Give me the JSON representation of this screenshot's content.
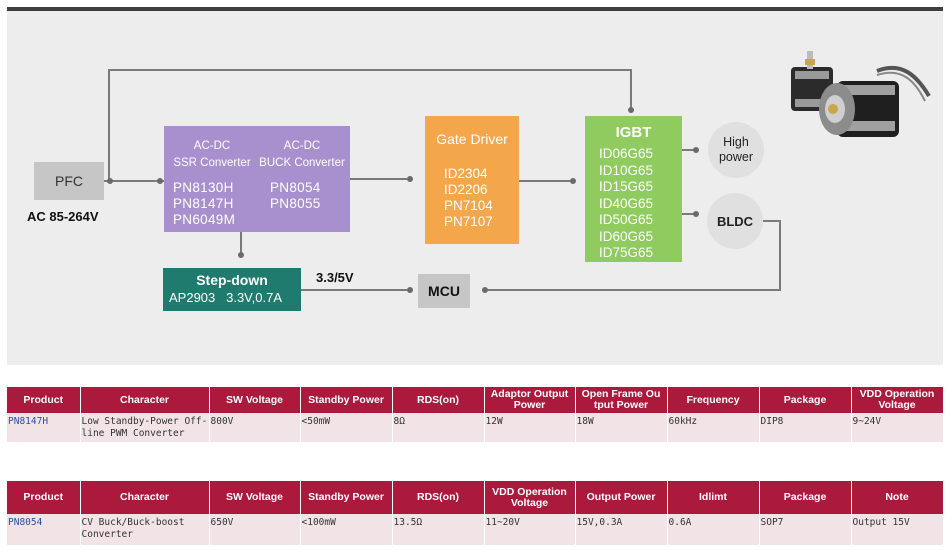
{
  "diagram": {
    "pfc": "PFC",
    "ac_input": "AC 85-264V",
    "acdc_ssr": {
      "title_line1": "AC-DC",
      "title_line2": "SSR Converter",
      "parts": [
        "PN8130H",
        "PN8147H",
        "PN6049M"
      ]
    },
    "acdc_buck": {
      "title_line1": "AC-DC",
      "title_line2": "BUCK Converter",
      "parts": [
        "PN8054",
        "PN8055"
      ]
    },
    "gate_driver": {
      "title": "Gate Driver",
      "parts": [
        "ID2304",
        "ID2206",
        "PN7104",
        "PN7107"
      ]
    },
    "igbt": {
      "title": "IGBT",
      "parts": [
        "ID06G65",
        "ID10G65",
        "ID15G65",
        "ID40G65",
        "ID50G65",
        "ID60G65",
        "ID75G65"
      ]
    },
    "step_down": {
      "title": "Step-down",
      "part": "AP2903",
      "spec": "3.3V,0.7A"
    },
    "voltage_label": "3.3/5V",
    "mcu": "MCU",
    "high_power": {
      "line1": "High",
      "line2": "power"
    },
    "bldc": "BLDC",
    "colors": {
      "acdc": "#a88fce",
      "gate": "#f3a64a",
      "igbt": "#8fcb5e",
      "step": "#1f7b6e",
      "grey": "#c6c6c6",
      "header": "#ab1a3c"
    }
  },
  "table1": {
    "headers": [
      "Product",
      "Character",
      "SW Voltage",
      "Standby Power",
      "RDS(on)",
      "Adaptor Output Power",
      "Open Frame Ou tput Power",
      "Frequency",
      "Package",
      "VDD Operation Voltage"
    ],
    "row": [
      "PN8147H",
      "Low Standby-Power Off-line PWM Converter",
      "800V",
      "<50mW",
      "8Ω",
      "12W",
      "18W",
      "60kHz",
      "DIP8",
      "9~24V"
    ]
  },
  "table2": {
    "headers": [
      "Product",
      "Character",
      "SW Voltage",
      "Standby Power",
      "RDS(on)",
      "VDD Operation Voltage",
      "Output Power",
      "Idlimt",
      "Package",
      "Note"
    ],
    "row": [
      "PN8054",
      "CV Buck/Buck-boost Converter",
      "650V",
      "<100mW",
      "13.5Ω",
      "11~20V",
      "15V,0.3A",
      "0.6A",
      "SOP7",
      "Output 15V"
    ]
  }
}
